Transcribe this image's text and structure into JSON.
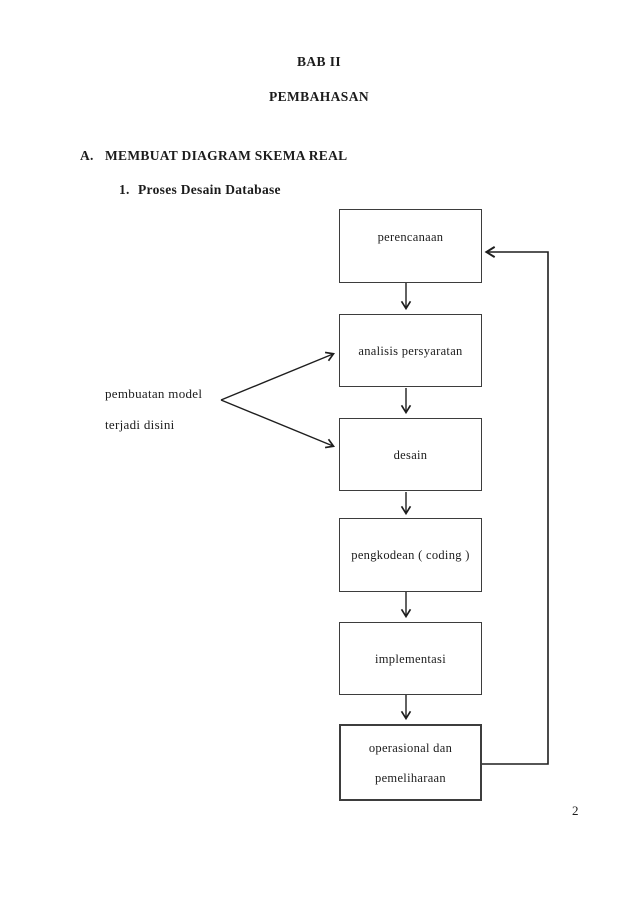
{
  "page": {
    "title_line1": "BAB II",
    "title_line2": "PEMBAHASAN",
    "page_number": "2"
  },
  "section": {
    "label": "A.",
    "title": "MEMBUAT DIAGRAM SKEMA REAL"
  },
  "subsection": {
    "label": "1.",
    "title": "Proses Desain Database"
  },
  "diagram": {
    "type": "flowchart",
    "boxes": [
      {
        "label": "perencanaan"
      },
      {
        "label": "analisis persyaratan"
      },
      {
        "label": "desain"
      },
      {
        "label": "pengkodean ( coding )"
      },
      {
        "label": "implementasi"
      },
      {
        "lines": [
          "operasional dan",
          "pemeliharaan"
        ]
      }
    ],
    "annotation": {
      "line1": "pembuatan model",
      "line2": "terjadi disini"
    }
  }
}
